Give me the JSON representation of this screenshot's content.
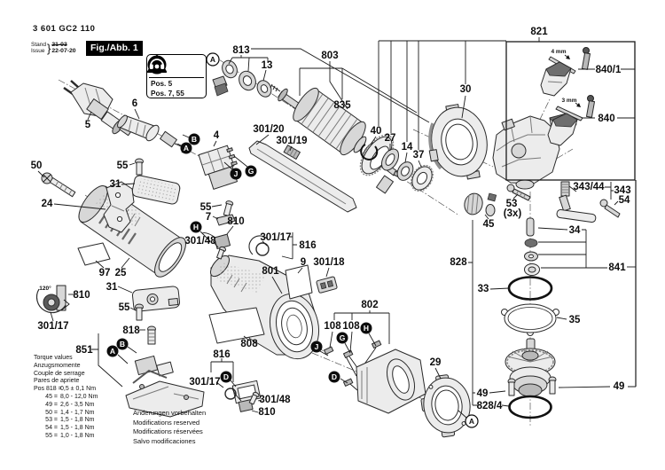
{
  "header": {
    "part_number": "3 601 GC2 110",
    "stand": "Stand",
    "issue": "Issue",
    "superseded_date": "21-03",
    "date": "22-07-20",
    "figure_label": "Fig./Abb. 1"
  },
  "warning_box": {
    "pos_line1": "Pos. 5",
    "pos_line2": "Pos. 7, 55"
  },
  "torque_table": {
    "titles": [
      "Torque values",
      "Anzugsmomente",
      "Couple de serrage",
      "Pares de apriete"
    ],
    "rows": [
      {
        "pos": "Pos 818 =",
        "value": "0,5 ± 0,1 Nm"
      },
      {
        "pos": "45 =",
        "value": "8,0 - 12,0 Nm"
      },
      {
        "pos": "49 =",
        "value": "2,6 - 3,5 Nm"
      },
      {
        "pos": "50 =",
        "value": "1,4 - 1,7 Nm"
      },
      {
        "pos": "53 =",
        "value": "1,5 - 1,8 Nm"
      },
      {
        "pos": "54 =",
        "value": "1,5 - 1,8 Nm"
      },
      {
        "pos": "55 =",
        "value": "1,0 - 1,8 Nm"
      }
    ]
  },
  "notices": [
    "Änderungen vorbehalten",
    "Modifications reserved",
    "Modifications réservées",
    "Salvo modificaciones"
  ],
  "callouts": {
    "p4": "4",
    "p5": "5",
    "p6": "6",
    "p7": "7",
    "p9": "9",
    "p13": "13",
    "p14": "14",
    "p24": "24",
    "p25": "25",
    "p27": "27",
    "p29": "29",
    "p30": "30",
    "p31": "31",
    "p33": "33",
    "p34": "34",
    "p35": "35",
    "p37": "37",
    "p40": "40",
    "p45": "45",
    "p49": "49",
    "p50": "50",
    "p53": "53",
    "p54": "54",
    "p55": "55",
    "p97": "97",
    "p108": "108",
    "p301_17": "301/17",
    "p301_18": "301/18",
    "p301_19": "301/19",
    "p301_20": "301/20",
    "p301_48": "301/48",
    "p343": "343",
    "p343_44": "343/44",
    "p801": "801",
    "p802": "802",
    "p803": "803",
    "p808": "808",
    "p810": "810",
    "p813": "813",
    "p816": "816",
    "p818": "818",
    "p821": "821",
    "p828": "828",
    "p828_4": "828/4",
    "p835": "835",
    "p840": "840",
    "p840_1": "840/1",
    "p841": "841",
    "p851": "851",
    "qty_3x": "(3x)"
  },
  "annotations": {
    "mm4": "4 mm",
    "mm3": "3 mm",
    "deg120": "120°"
  },
  "ref_letters": {
    "A": "A",
    "B": "B",
    "D": "D",
    "G": "G",
    "H": "H",
    "J": "J"
  }
}
